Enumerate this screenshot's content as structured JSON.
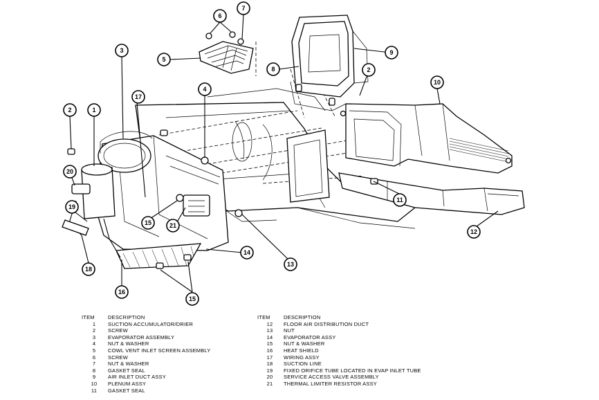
{
  "legend": {
    "left": {
      "header": {
        "item": "ITEM",
        "description": "DESCRIPTION"
      },
      "rows": [
        {
          "item": "1",
          "description": "SUCTION ACCUMULATOR/DRIER"
        },
        {
          "item": "2",
          "description": "SCREW"
        },
        {
          "item": "3",
          "description": "EVAPORATOR ASSEMBLY"
        },
        {
          "item": "4",
          "description": "NUT & WASHER"
        },
        {
          "item": "5",
          "description": "COWL VENT INLET SCREEN ASSEMBLY"
        },
        {
          "item": "6",
          "description": "SCREW"
        },
        {
          "item": "7",
          "description": "NUT & WASHER"
        },
        {
          "item": "8",
          "description": "GASKET SEAL"
        },
        {
          "item": "9",
          "description": "AIR INLET DUCT ASSY"
        },
        {
          "item": "10",
          "description": "PLENUM ASSY"
        },
        {
          "item": "11",
          "description": "GASKET SEAL"
        }
      ]
    },
    "right": {
      "header": {
        "item": "ITEM",
        "description": "DESCRIPTION"
      },
      "rows": [
        {
          "item": "12",
          "description": "FLOOR AIR DISTRIBUTION DUCT"
        },
        {
          "item": "13",
          "description": "NUT"
        },
        {
          "item": "14",
          "description": "EVAPORATOR ASSY"
        },
        {
          "item": "15",
          "description": "NUT & WASHER"
        },
        {
          "item": "16",
          "description": "HEAT SHIELD"
        },
        {
          "item": "17",
          "description": "WIRING ASSY"
        },
        {
          "item": "18",
          "description": "SUCTION LINE"
        },
        {
          "item": "19",
          "description": "FIXED ORIFICE TUBE LOCATED IN EVAP INLET TUBE"
        },
        {
          "item": "20",
          "description": "SERVICE ACCESS VALVE ASSEMBLY"
        },
        {
          "item": "21",
          "description": "THERMAL LIMITER RESISTOR ASSY"
        }
      ]
    }
  },
  "callouts": {
    "c1": "1",
    "c2a": "2",
    "c2b": "2",
    "c3": "3",
    "c4": "4",
    "c5": "5",
    "c6": "6",
    "c7": "7",
    "c8": "8",
    "c9": "9",
    "c10": "10",
    "c11": "11",
    "c12": "12",
    "c13": "13",
    "c14": "14",
    "c15a": "15",
    "c15b": "15",
    "c16": "16",
    "c17": "17",
    "c18": "18",
    "c19": "19",
    "c20": "20",
    "c21": "21"
  }
}
